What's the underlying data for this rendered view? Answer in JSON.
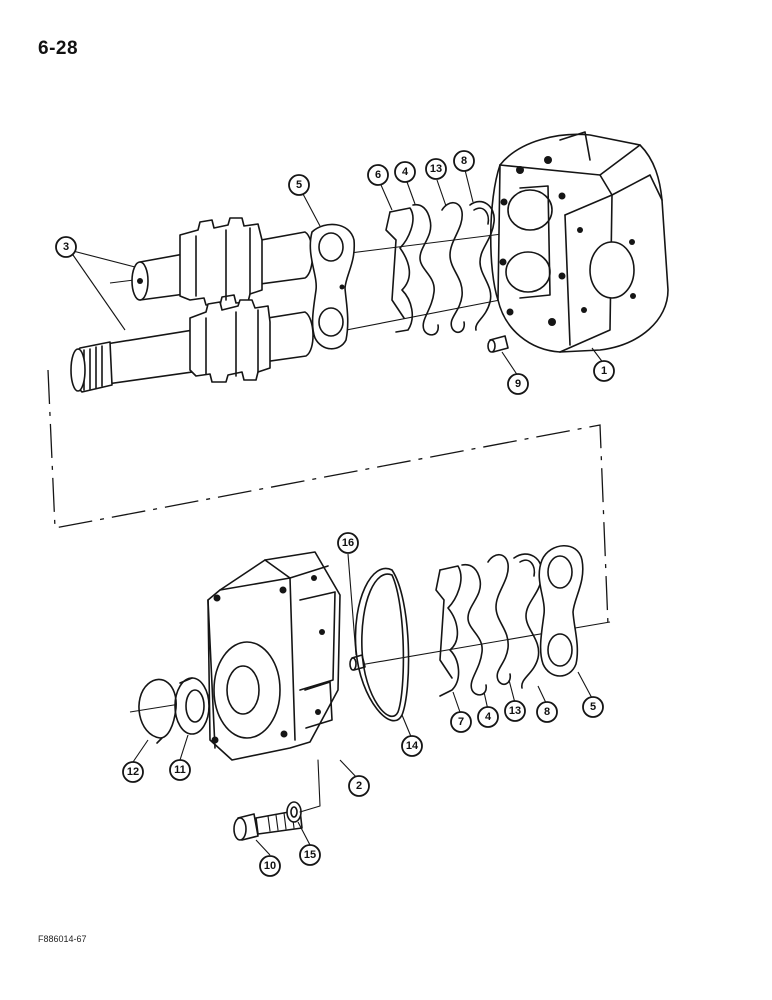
{
  "page_number": "6-28",
  "figure_code": "F886014-67",
  "callouts": [
    "1",
    "2",
    "3",
    "4",
    "5",
    "6",
    "7",
    "8",
    "9",
    "10",
    "11",
    "12",
    "13",
    "14",
    "15",
    "16"
  ]
}
